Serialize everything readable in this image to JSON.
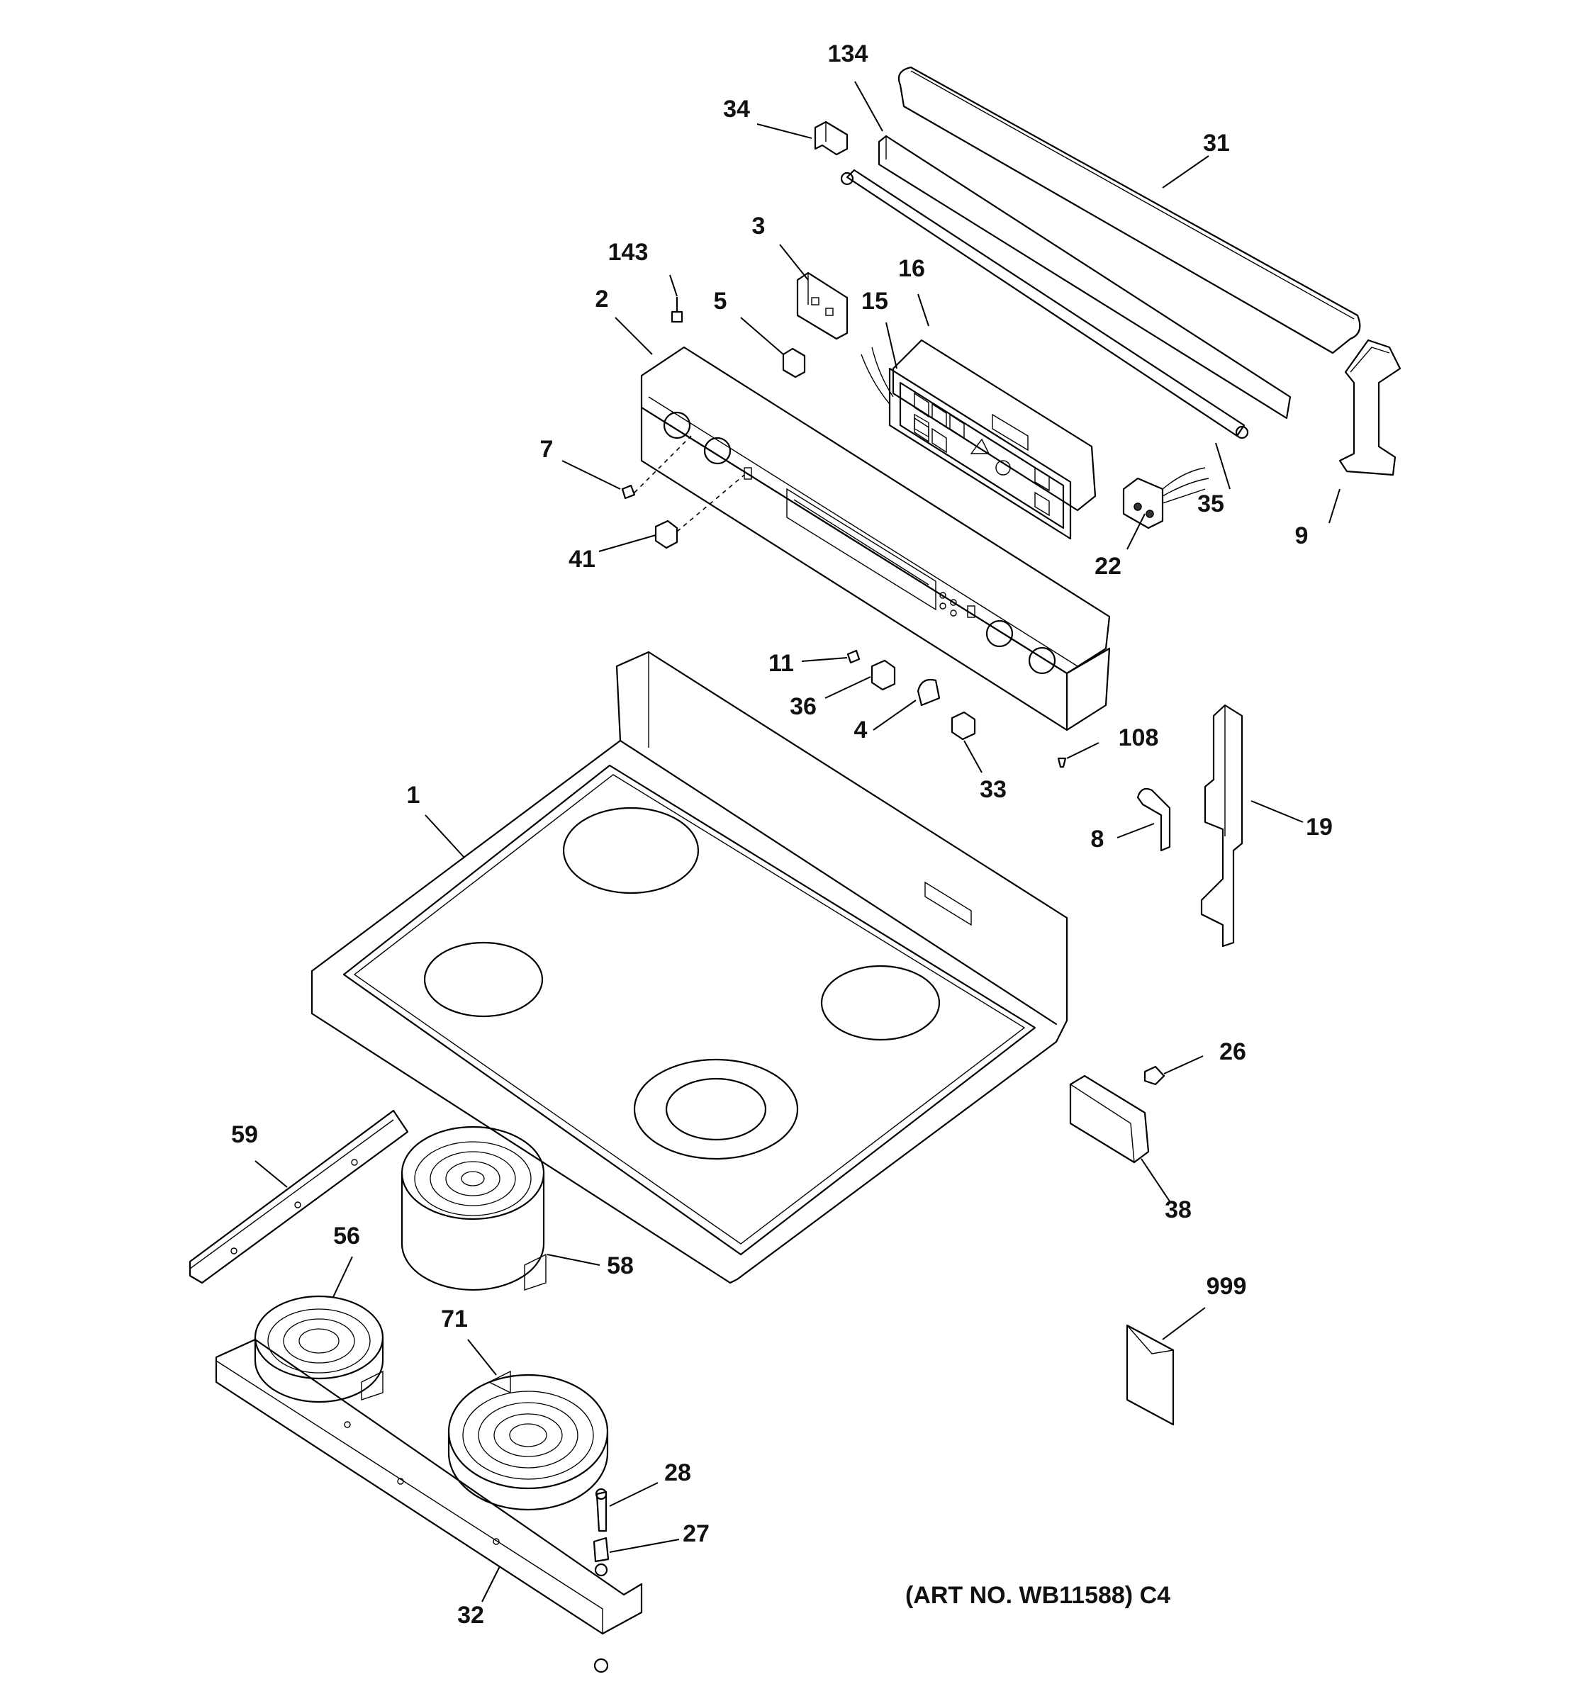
{
  "diagram": {
    "art_number_text": "(ART NO. WB11588) C4",
    "part_labels": {
      "p134": "134",
      "p34": "34",
      "p31": "31",
      "p3": "3",
      "p143": "143",
      "p16": "16",
      "p2": "2",
      "p5": "5",
      "p15": "15",
      "p7": "7",
      "p35": "35",
      "p9": "9",
      "p41": "41",
      "p22": "22",
      "p11": "11",
      "p36": "36",
      "p4": "4",
      "p108": "108",
      "p33": "33",
      "p1": "1",
      "p19": "19",
      "p8": "8",
      "p26": "26",
      "p59": "59",
      "p38": "38",
      "p56": "56",
      "p58": "58",
      "p999": "999",
      "p71": "71",
      "p28": "28",
      "p27": "27",
      "p32": "32"
    }
  }
}
